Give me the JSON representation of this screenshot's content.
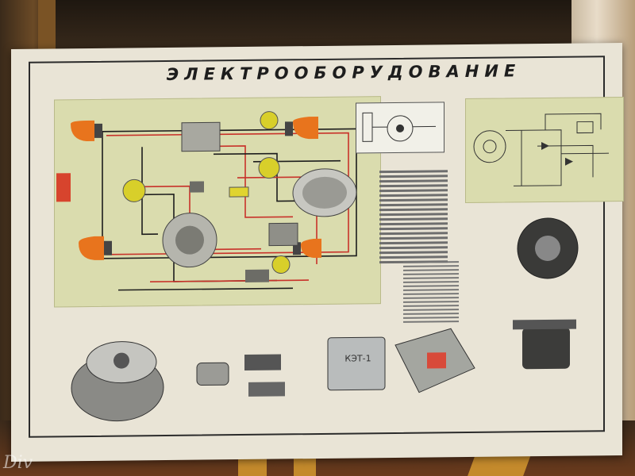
{
  "poster": {
    "title": "ЭЛЕКТРООБОРУДОВАНИЕ",
    "commutator_label": "КЭТ-1"
  },
  "watermark": "Div",
  "colors": {
    "poster_paper": "#e9e4d6",
    "diagram_panel": "#dadcae",
    "wire_red": "#c8322a",
    "wire_black": "#1d1d1d",
    "lamp_orange": "#e8741d",
    "coil_yellow": "#d8cf2a",
    "wood_plank": "#c48a2c"
  }
}
